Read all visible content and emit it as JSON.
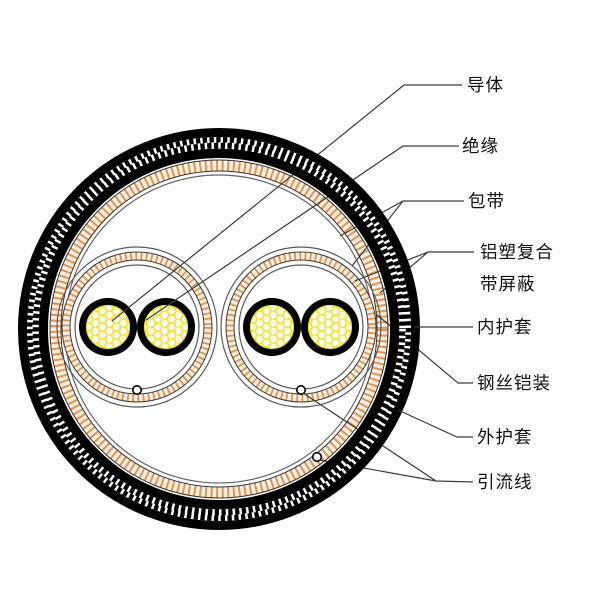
{
  "diagram": {
    "kind": "cable-cross-section",
    "pairs_count": 2,
    "conductors_per_pair": 2,
    "pair_drain_wires": 2,
    "overall_drain_wires": 1,
    "colors": {
      "sheath_black": "#000000",
      "hatch_orange": "#dd9557",
      "hatch_band_bg": "#fdeedd",
      "conductor_hex_yellow": "#f8e41c",
      "thin_circle_gray": "#5a5a5a",
      "leader_line_gray": "#3c3c3c",
      "label_text": "#111111",
      "background": "#ffffff"
    },
    "labels": {
      "conductor": "导体",
      "insulation": "绝缘",
      "binder_tape": "包带",
      "shield_line1": "铝塑复合",
      "shield_line2": "带屏蔽",
      "shield_full": "铝塑复合带屏蔽",
      "inner_sheath": "内护套",
      "steel_armor": "钢丝铠装",
      "outer_sheath": "外护套",
      "drain_wire": "引流线"
    },
    "layers_outside_in": [
      "外护套",
      "钢丝铠装",
      "内护套",
      "铝塑复合带屏蔽",
      "包带",
      "绝缘",
      "导体"
    ]
  }
}
